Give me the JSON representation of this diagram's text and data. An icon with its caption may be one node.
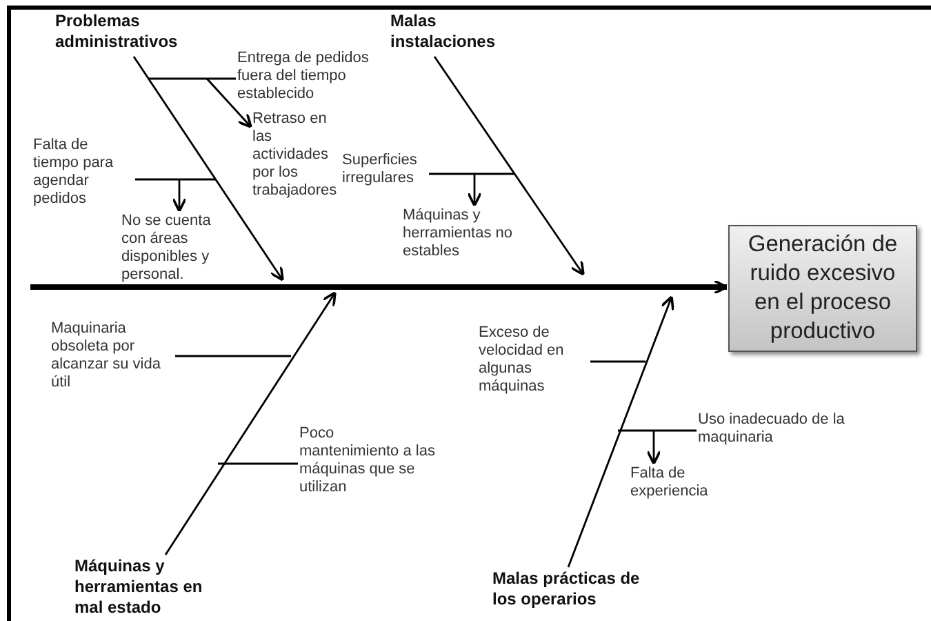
{
  "diagram": {
    "nodes": [
      {
        "text": [
          "Generación de ruido excesivo en el proceso productivo"
        ]
      },
      {
        "text": [
          "Problemas administrativos"
        ]
      },
      {
        "text": [
          "Entrega de pedidos fuera del tiempo establecido"
        ]
      },
      {
        "text": [
          "Retraso en las actividades por los trabajadores"
        ]
      },
      {
        "text": [
          "Falta de tiempo para agendar pedidos"
        ]
      },
      {
        "text": [
          "No se cuenta con áreas disponibles y personal."
        ]
      },
      {
        "text": [
          "Malas instalaciones"
        ]
      },
      {
        "text": [
          "Superficies irregulares"
        ]
      },
      {
        "text": [
          "Máquinas y herramientas no estables"
        ]
      },
      {
        "text": [
          "Maquinaria obsoleta por alcanzar su vida útil"
        ]
      },
      {
        "text": [
          "Poco mantenimiento a las máquinas que se utilizan"
        ]
      },
      {
        "text": [
          "Máquinas y herramientas en mal estado"
        ]
      },
      {
        "text": [
          "Exceso de velocidad en algunas máquinas"
        ]
      },
      {
        "text": [
          "Uso inadecuado de la maquinaria"
        ]
      },
      {
        "text": [
          "Falta de experiencia"
        ]
      },
      {
        "text": [
          "Malas prácticas de los operarios"
        ]
      }
    ],
    "edges": [
      {
        "from": null,
        "to": 0,
        "arrow": "to",
        "style": "thick"
      },
      {
        "from": 1,
        "to": null,
        "arrow": "to"
      },
      {
        "from": 6,
        "to": null,
        "arrow": "to"
      },
      {
        "from": 11,
        "to": null,
        "arrow": "to"
      },
      {
        "from": 15,
        "to": null,
        "arrow": "to"
      },
      {
        "from": 2,
        "to": null,
        "arrow": "none"
      },
      {
        "from": 2,
        "to": 3,
        "arrow": "to"
      },
      {
        "from": 4,
        "to": null,
        "arrow": "none"
      },
      {
        "from": null,
        "to": 5,
        "arrow": "to"
      },
      {
        "from": 7,
        "to": null,
        "arrow": "none"
      },
      {
        "from": null,
        "to": 8,
        "arrow": "to"
      },
      {
        "from": 9,
        "to": null,
        "arrow": "none"
      },
      {
        "from": 10,
        "to": null,
        "arrow": "none"
      },
      {
        "from": 12,
        "to": null,
        "arrow": "none"
      },
      {
        "from": 13,
        "to": null,
        "arrow": "none"
      },
      {
        "from": null,
        "to": 14,
        "arrow": "to"
      }
    ]
  }
}
